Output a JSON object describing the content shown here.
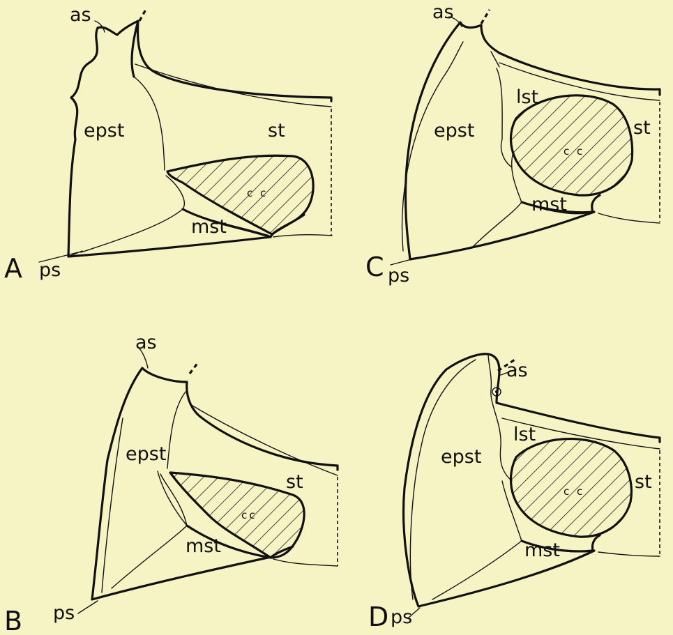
{
  "figure": {
    "panels": [
      {
        "letter": "A",
        "labels": {
          "as": "as",
          "epst": "epst",
          "st": "st",
          "cc": "c c",
          "mst": "mst",
          "ps": "ps"
        }
      },
      {
        "letter": "B",
        "labels": {
          "as": "as",
          "epst": "epst",
          "st": "st",
          "cc": "cc",
          "mst": "mst",
          "ps": "ps"
        }
      },
      {
        "letter": "C",
        "labels": {
          "as": "as",
          "epst": "epst",
          "lst": "lst",
          "st": "st",
          "cc": "c c",
          "mst": "mst",
          "ps": "ps"
        }
      },
      {
        "letter": "D",
        "labels": {
          "as": "as",
          "epst": "epst",
          "lst": "lst",
          "st": "st",
          "cc": "c c",
          "mst": "mst",
          "ps": "ps"
        }
      }
    ]
  },
  "colors": {
    "background": "#f6f3c4",
    "ink": "#111111"
  }
}
